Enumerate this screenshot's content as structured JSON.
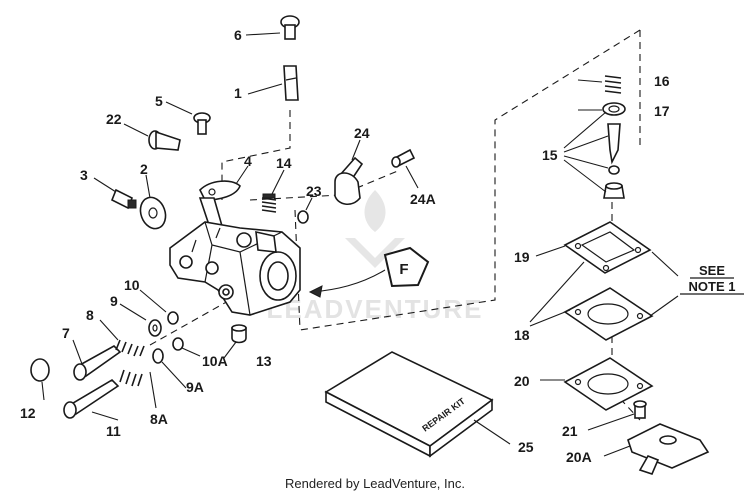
{
  "callouts": {
    "c1": "1",
    "c2": "2",
    "c3": "3",
    "c4": "4",
    "c5": "5",
    "c6": "6",
    "c7": "7",
    "c8": "8",
    "c8a": "8A",
    "c9": "9",
    "c9a": "9A",
    "c10": "10",
    "c10a": "10A",
    "c11": "11",
    "c12": "12",
    "c13": "13",
    "c14": "14",
    "c15": "15",
    "c16": "16",
    "c17": "17",
    "c18": "18",
    "c19": "19",
    "c20": "20",
    "c20a": "20A",
    "c21": "21",
    "c22": "22",
    "c23": "23",
    "c24": "24",
    "c24a": "24A",
    "c25": "25"
  },
  "note": {
    "line1": "SEE",
    "line2": "NOTE 1"
  },
  "ref_marker": "F",
  "kit_label": "REPAIR KIT",
  "watermark": "LEADVENTURE",
  "footer": "Rendered by LeadVenture, Inc."
}
